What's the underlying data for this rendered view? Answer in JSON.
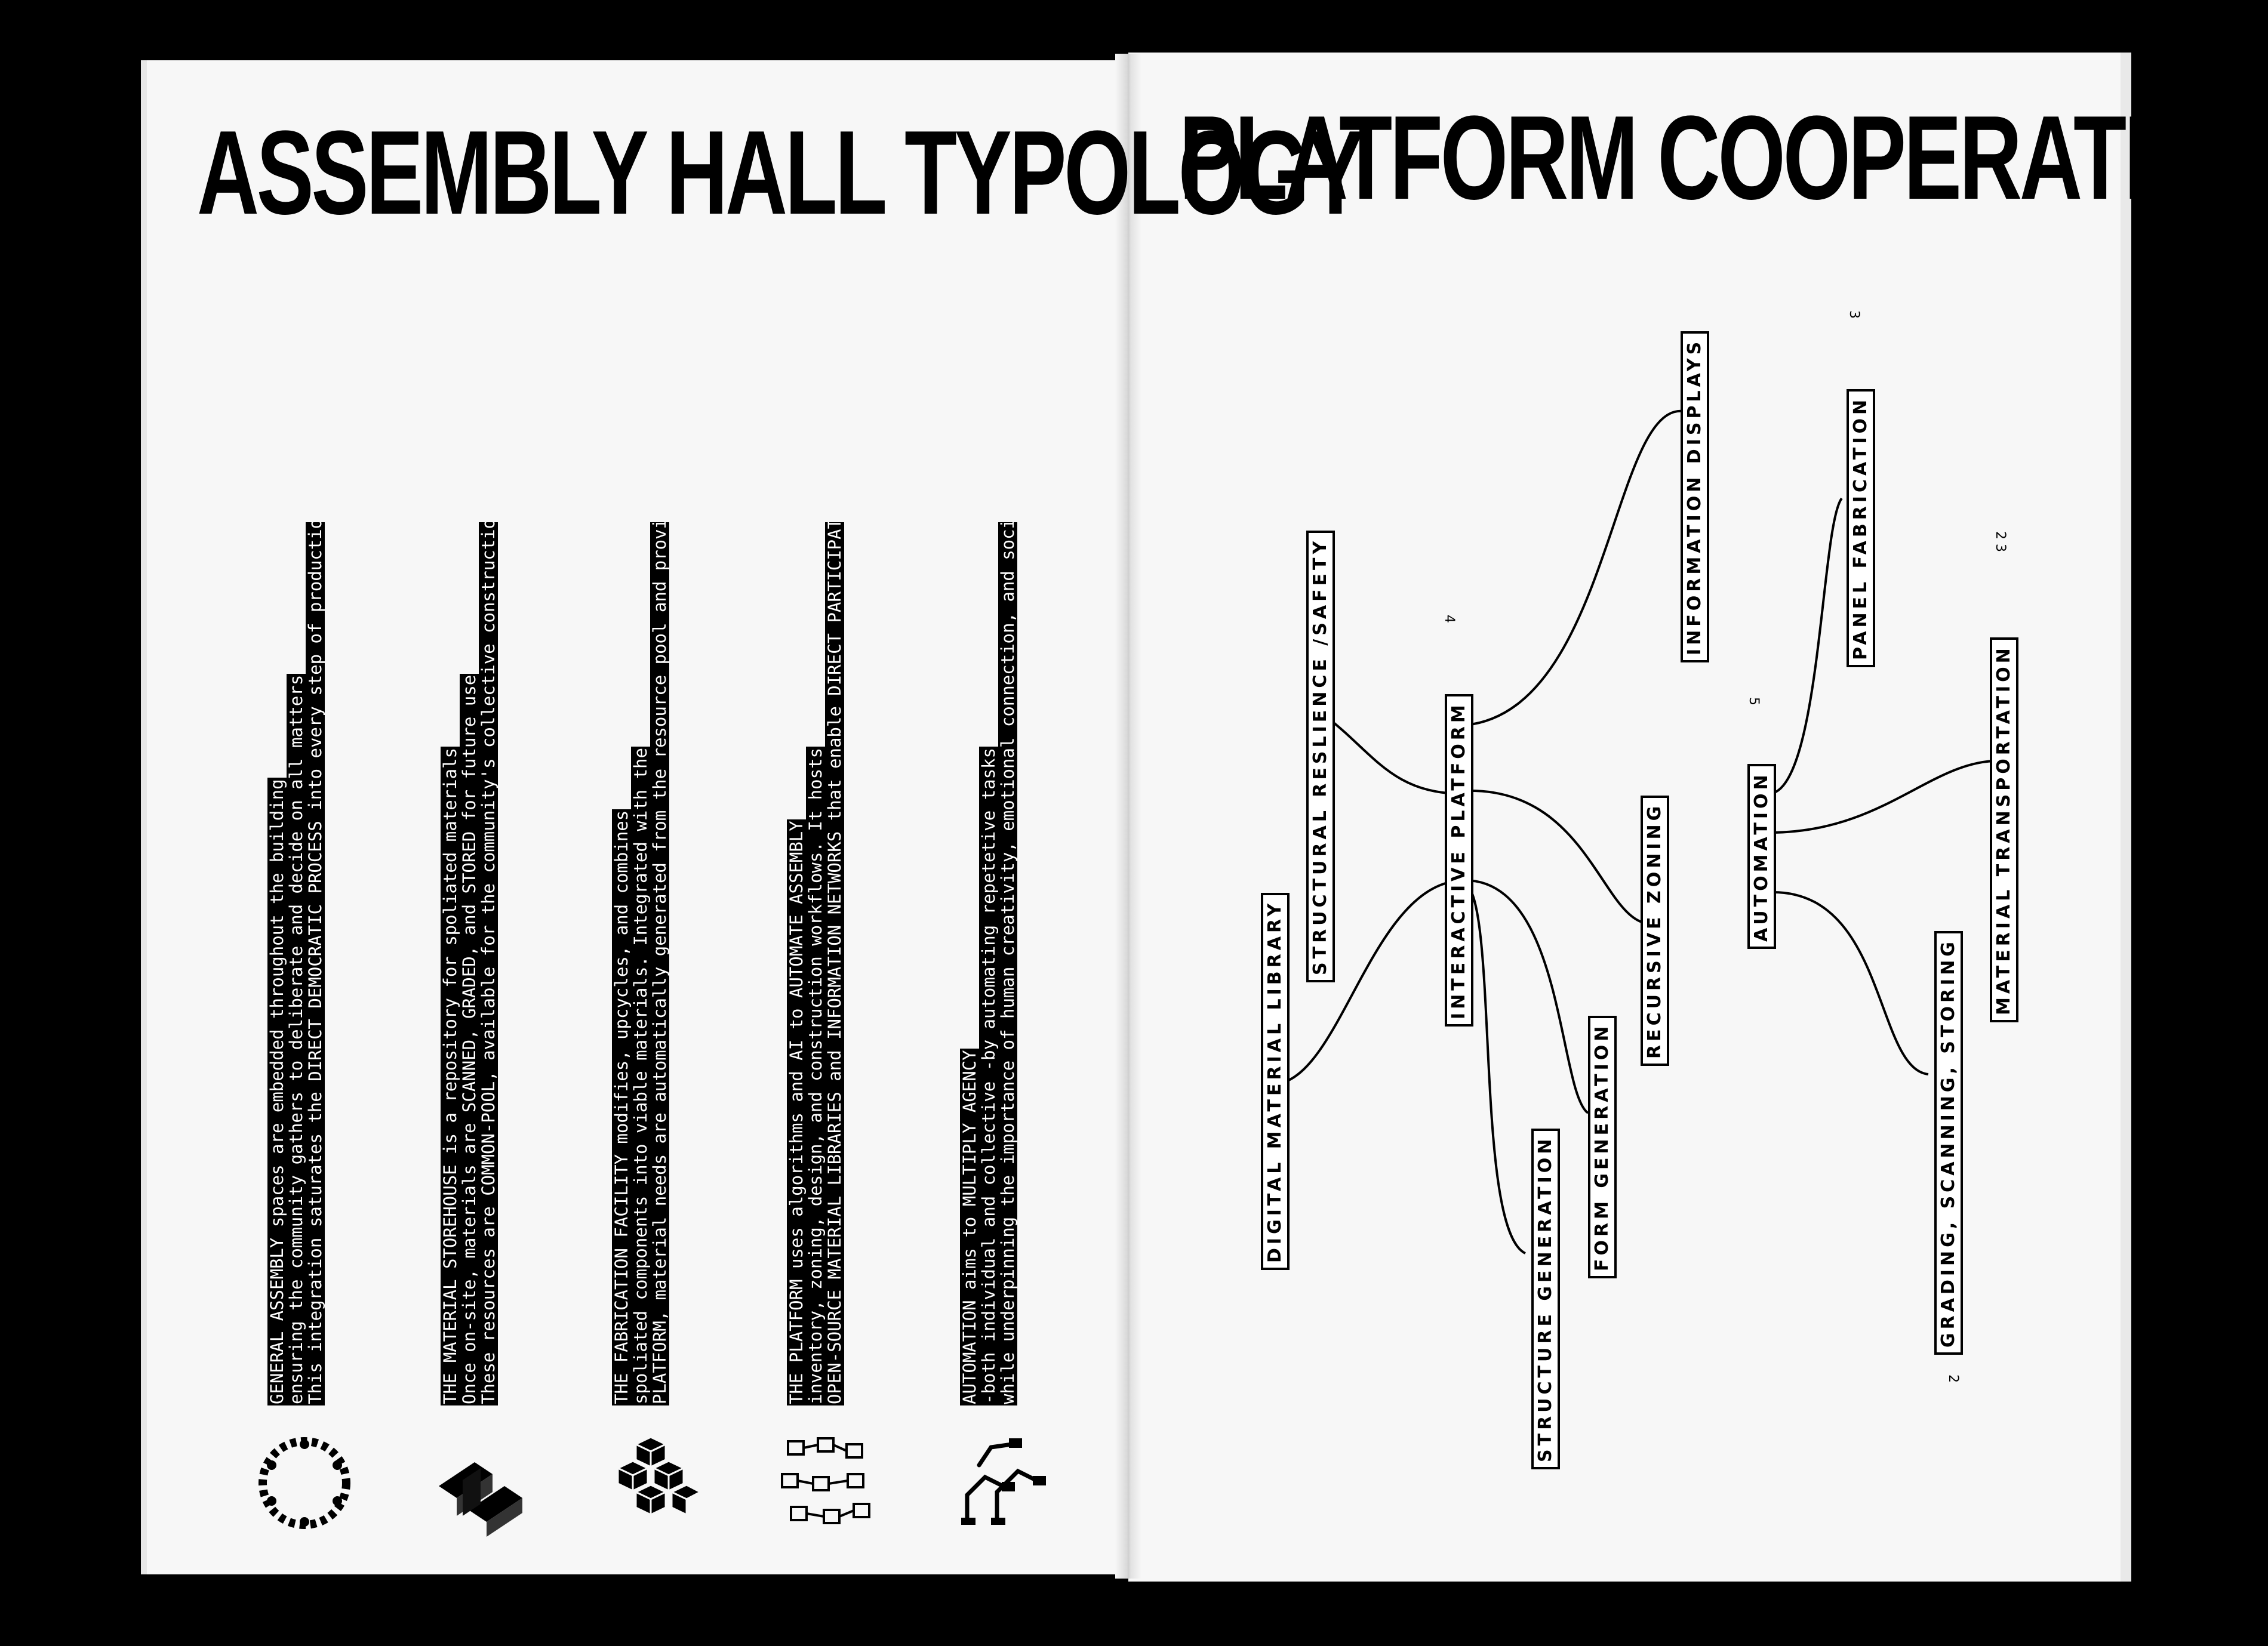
{
  "left_page": {
    "title": "ASSEMBLY HALL TYPOLOGY",
    "columns": [
      {
        "lines": [
          "GENERAL ASSEMBLY spaces are embedded throughout the building",
          "ensuring the community gathers to deliberate and decide on all matters",
          "This integration saturates the DIRECT DEMOCRATIC PROCESS into every step of production"
        ],
        "icon": "people-circle-icon"
      },
      {
        "lines": [
          "THE MATERIAL STOREHOUSE is a repository for spoliated materials",
          "Once on-site, materials are SCANNED, GRADED, and STORED for future use",
          "These resources are COMMON-POOL, available for the community's collective construction and modification"
        ],
        "icon": "storehouse-blocks-icon"
      },
      {
        "lines": [
          "THE FABRICATION FACILITY modifies, upcycles, and combines",
          "spoliated components into viable materials. Integrated with the",
          "PLATFORM, material needs are automatically generated from the resource pool and provided for modification"
        ],
        "icon": "cubes-cluster-icon"
      },
      {
        "lines": [
          "THE PLATFORM uses algorithms and AI to AUTOMATE ASSEMBLY",
          "inventory, zoning, design, and construction workflows. It hosts",
          "OPEN-SOURCE MATERIAL LIBRARIES and INFORMATION NETWORKS that enable DIRECT PARTICIPATION IN VALUE PRODUCTION"
        ],
        "icon": "network-pointers-icon"
      },
      {
        "lines": [
          "AUTOMATION aims to MULTIPLY AGENCY",
          "-both individual and collective -by automating repetetive tasks",
          "while underpinning the importance of human creativity, emotional connection, and social engagement in production"
        ],
        "icon": "robot-arms-icon"
      }
    ]
  },
  "right_page": {
    "title": "PLATFORM COOPERATIVISM",
    "nodes": {
      "digital_material_library": "DIGITAL MATERIAL LIBRARY",
      "structural_resilience": "STRUCTURAL RESLIENCE /SAFETY",
      "interactive_platform": "INTERACTIVE PLATFORM",
      "information_displays": "INFORMATION DISPLAYS",
      "recursive_zoning": "RECURSIVE ZONING",
      "form_generation": "FORM GENERATION",
      "structure_generation": "STRUCTURE GENERATION",
      "automation": "AUTOMATION",
      "panel_fabrication": "PANEL FABRICATION",
      "material_transportation": "MATERIAL TRANSPORTATION",
      "grading_scanning_storing": "GRADING, SCANNING, STORING"
    },
    "numbers": {
      "interactive_platform": "4",
      "automation": "5",
      "panel_fabrication": "3",
      "material_transportation": "2 3",
      "grading_scanning_storing": "2"
    }
  }
}
